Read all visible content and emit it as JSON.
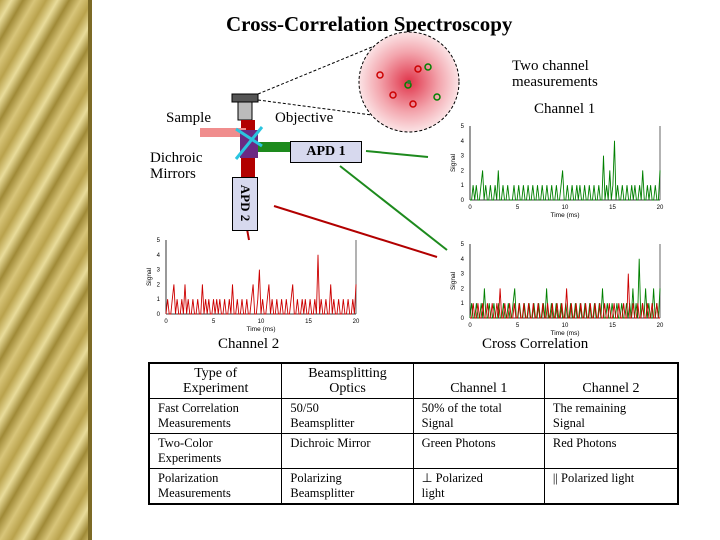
{
  "title": "Cross-Correlation Spectroscopy",
  "labels": {
    "sample": "Sample",
    "objective": "Objective",
    "dichroic": "Dichroic\nMirrors",
    "two_channel": "Two channel\nmeasurements",
    "apd1": "APD 1",
    "apd2": "APD 2",
    "channel1": "Channel 1",
    "channel2": "Channel 2",
    "cross": "Cross Correlation"
  },
  "colors": {
    "green_signal": "#008000",
    "red_signal": "#cc0000",
    "detector_box": "#d7d9ee"
  },
  "chart_data": [
    {
      "type": "line",
      "title": "Channel 1",
      "xlabel": "Time (ms)",
      "ylabel": "Signal",
      "xlim": [
        0,
        20
      ],
      "ylim": [
        0,
        5
      ],
      "x_ticks": [
        "0",
        "5",
        "10",
        "15",
        "20"
      ],
      "y_ticks": [
        "0",
        "1",
        "2",
        "3",
        "4",
        "5"
      ],
      "series": [
        {
          "color": "#008000",
          "values": [
            0,
            0,
            1,
            0,
            1,
            0,
            0,
            1,
            2,
            0,
            1,
            0,
            0,
            1,
            0,
            0,
            1,
            0,
            2,
            0,
            0,
            1,
            0,
            0,
            1,
            0,
            0,
            0,
            1,
            0,
            0,
            1,
            0,
            0,
            1,
            0,
            0,
            1,
            0,
            0,
            1,
            0,
            0,
            1,
            0,
            0,
            1,
            0,
            0,
            1,
            0,
            0,
            1,
            0,
            0,
            1,
            0,
            0,
            1,
            2,
            0,
            0,
            1,
            0,
            0,
            1,
            0,
            0,
            1,
            0,
            1,
            0,
            0,
            1,
            0,
            0,
            1,
            0,
            0,
            1,
            0,
            0,
            1,
            0,
            0,
            3,
            0,
            1,
            0,
            2,
            0,
            1,
            4,
            0,
            1,
            0,
            0,
            1,
            0,
            0,
            1,
            0,
            0,
            1,
            0,
            1,
            0,
            0,
            1,
            0,
            2,
            0,
            0,
            1,
            0,
            1,
            0,
            0,
            1,
            0,
            0,
            2
          ]
        }
      ]
    },
    {
      "type": "line",
      "title": "Channel 2",
      "xlabel": "Time (ms)",
      "ylabel": "Signal",
      "xlim": [
        0,
        20
      ],
      "ylim": [
        0,
        5
      ],
      "x_ticks": [
        "0",
        "5",
        "10",
        "15",
        "20"
      ],
      "y_ticks": [
        "0",
        "1",
        "2",
        "3",
        "4",
        "5"
      ],
      "series": [
        {
          "color": "#cc0000",
          "values": [
            0,
            1,
            0,
            0,
            1,
            2,
            0,
            1,
            0,
            0,
            1,
            0,
            2,
            0,
            1,
            0,
            0,
            1,
            0,
            0,
            1,
            0,
            0,
            2,
            0,
            1,
            0,
            1,
            0,
            0,
            1,
            0,
            1,
            0,
            1,
            0,
            0,
            1,
            0,
            0,
            1,
            0,
            2,
            0,
            0,
            1,
            0,
            0,
            1,
            0,
            0,
            1,
            0,
            0,
            1,
            2,
            0,
            0,
            1,
            3,
            0,
            1,
            0,
            0,
            1,
            2,
            0,
            1,
            0,
            0,
            1,
            0,
            0,
            1,
            0,
            0,
            1,
            0,
            0,
            1,
            2,
            0,
            0,
            1,
            0,
            0,
            1,
            0,
            1,
            0,
            0,
            1,
            0,
            0,
            1,
            0,
            4,
            0,
            1,
            0,
            0,
            1,
            0,
            0,
            2,
            0,
            1,
            0,
            0,
            1,
            0,
            0,
            1,
            0,
            0,
            1,
            0,
            0,
            1,
            0,
            2
          ]
        }
      ]
    },
    {
      "type": "line",
      "title": "Cross Correlation",
      "xlabel": "Time (ms)",
      "ylabel": "Signal",
      "xlim": [
        0,
        20
      ],
      "ylim": [
        0,
        5
      ],
      "x_ticks": [
        "0",
        "5",
        "10",
        "15",
        "20"
      ],
      "y_ticks": [
        "0",
        "1",
        "2",
        "3",
        "4",
        "5"
      ],
      "series": [
        {
          "color": "#008000",
          "values": [
            0,
            1,
            0,
            0,
            1,
            0,
            0,
            1,
            0,
            2,
            0,
            0,
            1,
            0,
            0,
            1,
            0,
            0,
            1,
            0,
            0,
            1,
            0,
            0,
            1,
            0,
            0,
            1,
            2,
            0,
            0,
            1,
            0,
            0,
            1,
            0,
            0,
            1,
            0,
            0,
            1,
            0,
            0,
            1,
            0,
            0,
            1,
            0,
            2,
            0,
            0,
            1,
            0,
            0,
            1,
            0,
            0,
            1,
            0,
            0,
            1,
            0,
            0,
            1,
            0,
            0,
            1,
            0,
            0,
            1,
            0,
            0,
            1,
            0,
            0,
            1,
            0,
            0,
            1,
            0,
            0,
            1,
            0,
            2,
            0,
            0,
            1,
            0,
            0,
            1,
            0,
            0,
            1,
            0,
            0,
            1,
            0,
            0,
            1,
            0,
            1,
            0,
            2,
            0,
            1,
            0,
            4,
            0,
            1,
            0,
            2,
            0,
            1,
            0,
            0,
            2,
            0,
            1,
            0,
            2
          ]
        },
        {
          "color": "#cc0000",
          "values": [
            0,
            0,
            1,
            0,
            0,
            1,
            0,
            0,
            1,
            0,
            0,
            1,
            0,
            0,
            1,
            0,
            0,
            1,
            0,
            2,
            0,
            0,
            1,
            0,
            0,
            1,
            0,
            0,
            1,
            0,
            0,
            1,
            0,
            0,
            1,
            0,
            0,
            1,
            0,
            0,
            1,
            0,
            0,
            1,
            0,
            0,
            1,
            0,
            0,
            1,
            0,
            0,
            1,
            0,
            0,
            1,
            0,
            0,
            1,
            0,
            0,
            2,
            0,
            0,
            1,
            0,
            0,
            1,
            0,
            0,
            1,
            0,
            0,
            1,
            0,
            0,
            1,
            0,
            0,
            1,
            0,
            0,
            1,
            0,
            0,
            1,
            0,
            0,
            1,
            0,
            0,
            1,
            0,
            0,
            1,
            0,
            0,
            1,
            0,
            0,
            3,
            0,
            0,
            1,
            0,
            0,
            1,
            0,
            0,
            1,
            0,
            0,
            1,
            0,
            0,
            1,
            0,
            0,
            1,
            0,
            0
          ]
        }
      ]
    }
  ],
  "table": {
    "headers": [
      "Type of\nExperiment",
      "Beamsplitting\nOptics",
      "Channel 1",
      "Channel 2"
    ],
    "rows": [
      [
        "Fast Correlation\nMeasurements",
        "50/50\nBeamsplitter",
        "50% of the total\nSignal",
        "The remaining\nSignal"
      ],
      [
        "Two-Color\nExperiments",
        "Dichroic Mirror",
        "Green Photons",
        "Red Photons"
      ],
      [
        "Polarization\nMeasurements",
        "Polarizing\nBeamsplitter",
        "⊥ Polarized\nlight",
        "|| Polarized light"
      ]
    ]
  }
}
